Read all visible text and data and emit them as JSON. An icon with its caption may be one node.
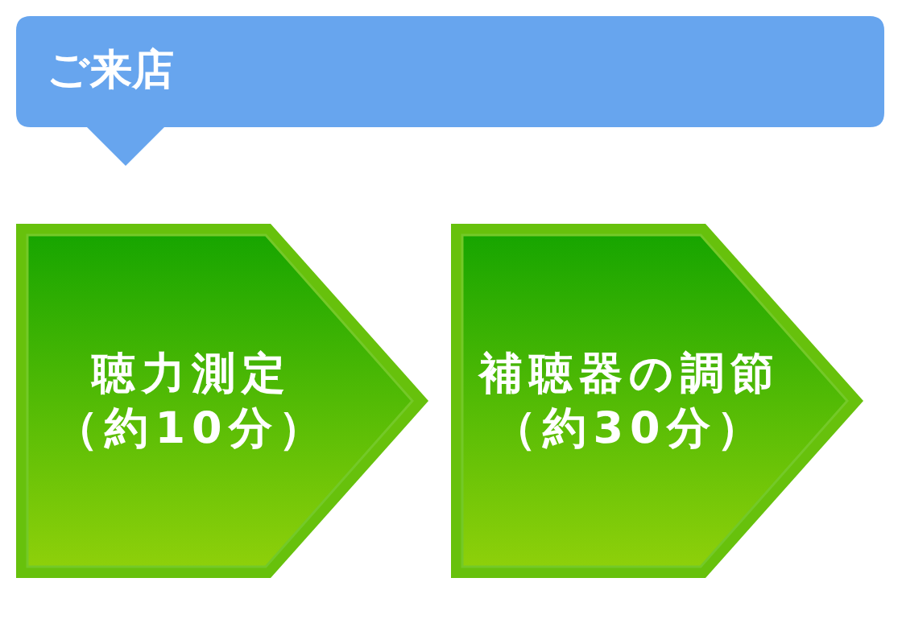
{
  "diagram": {
    "nodes": [
      {
        "text": [
          "ご来店"
        ]
      },
      {
        "text": [
          "聴力測定（約10分）"
        ]
      },
      {
        "text": [
          "補聴器の調節（約30分）"
        ]
      }
    ]
  }
}
